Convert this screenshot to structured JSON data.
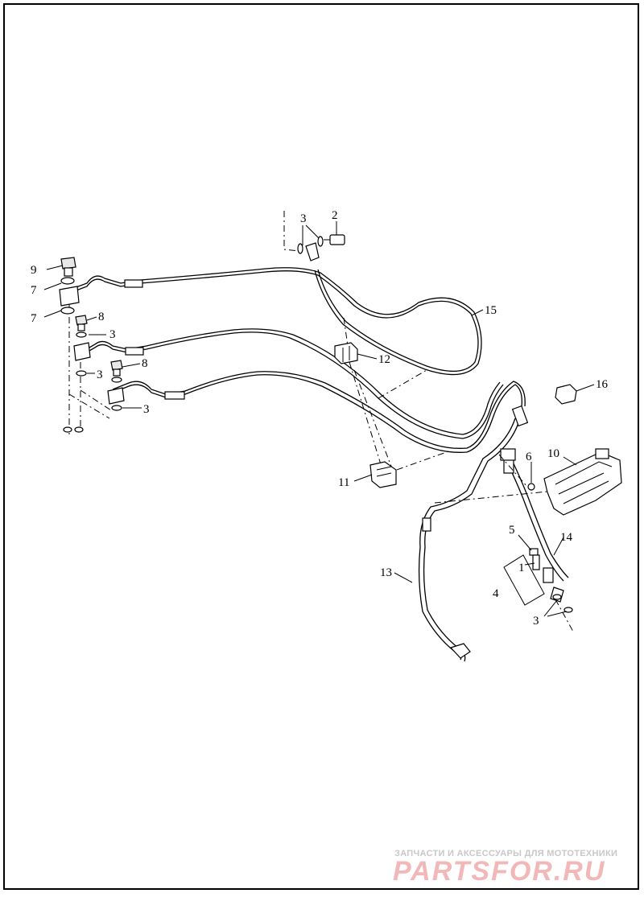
{
  "callouts": {
    "c1": "1",
    "c2": "2",
    "c3a": "3",
    "c3b": "3",
    "c3c": "3",
    "c3d": "3",
    "c3e": "3",
    "c4": "4",
    "c5": "5",
    "c6": "6",
    "c7a": "7",
    "c7b": "7",
    "c8a": "8",
    "c8b": "8",
    "c9": "9",
    "c10": "10",
    "c11": "11",
    "c12": "12",
    "c13": "13",
    "c14": "14",
    "c15": "15",
    "c16": "16"
  },
  "watermark": {
    "subtitle": "ЗАПЧАСТИ И АКСЕССУАРЫ ДЛЯ МОТОТЕХНИКИ",
    "logo": "PARTSFOR.RU"
  },
  "colors": {
    "line": "#000000",
    "watermark_logo": "#f2b8b8",
    "watermark_sub": "#c8c8c8"
  }
}
